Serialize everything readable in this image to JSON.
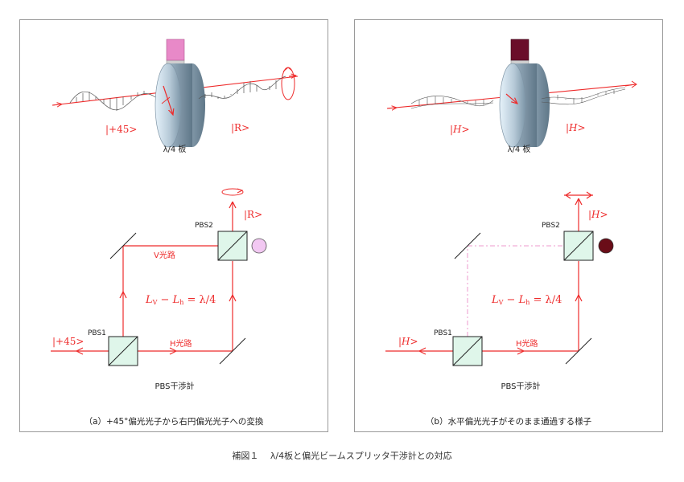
{
  "figure_caption": "補図１　 λ/4板と偏光ビームスプリッタ干渉計との対応",
  "panel_a": {
    "caption": "（a）+45°偏光光子から右円偏光光子への変換",
    "state_in": "|+45>",
    "state_out": "|R>",
    "plate_label": "λ/4 板",
    "pbs1": "PBS1",
    "pbs2": "PBS2",
    "v_path": "V光路",
    "h_path": "H光路",
    "formula": {
      "lv": "L",
      "lv_sub": "V",
      "minus": " − ",
      "lh": "L",
      "lh_sub": "h",
      "rhs": " = λ/4"
    },
    "interferometer_label": "PBS干渉計",
    "input_state": "|+45>",
    "output_state": "|R>",
    "detector_color": "#f2c8f2"
  },
  "panel_b": {
    "caption": "（b）水平偏光光子がそのまま通過する様子",
    "state_in": "|H>",
    "state_out": "|H>",
    "plate_label": "λ/4 板",
    "pbs1": "PBS1",
    "pbs2": "PBS2",
    "h_path": "H光路",
    "formula": {
      "lv": "L",
      "lv_sub": "V",
      "minus": " − ",
      "lh": "L",
      "lh_sub": "h",
      "rhs": " = λ/4"
    },
    "interferometer_label": "PBS干渉計",
    "input_state": "|H>",
    "output_state": "|H>",
    "detector_color": "#6a0d18"
  },
  "colors": {
    "beam": "#ee2b2b",
    "pbs_fill": "#dff6ea",
    "weak_path": "#ee99cc"
  }
}
